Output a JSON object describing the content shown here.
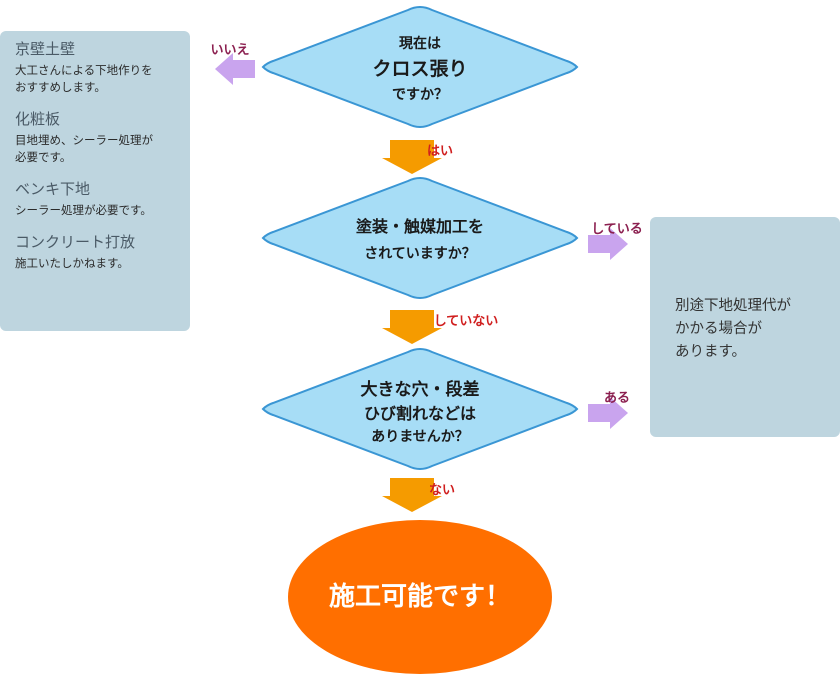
{
  "left_panel": {
    "items": [
      {
        "title": "京壁土壁",
        "desc_lines": [
          "大工さんによる下地作りを",
          "おすすめします。"
        ]
      },
      {
        "title": "化粧板",
        "desc_lines": [
          "目地埋め、シーラー処理が",
          "必要です。"
        ]
      },
      {
        "title": "ベンキ下地",
        "desc_lines": [
          "シーラー処理が必要です。"
        ]
      },
      {
        "title": "コンクリート打放",
        "desc_lines": [
          "施工いたしかねます。"
        ]
      }
    ]
  },
  "right_panel": {
    "lines": [
      "別途下地処理代が",
      "かかる場合が",
      "あります。"
    ]
  },
  "decisions": [
    {
      "lines": [
        "現在は",
        "クロス張り",
        "ですか？"
      ]
    },
    {
      "lines": [
        "塗装・触媒加工を",
        "されていますか？"
      ]
    },
    {
      "lines": [
        "大きな穴・段差",
        "ひび割れなどは",
        "ありませんか？"
      ]
    }
  ],
  "arrows": {
    "no_1": "いいえ",
    "yes_1": "はい",
    "yes_2": "している",
    "no_2": "していない",
    "yes_3": "ある",
    "no_3": "ない"
  },
  "result": {
    "label": "施工可能です！"
  },
  "colors": {
    "diamond_fill": "#a7ddf6",
    "diamond_stroke": "#3a96d4",
    "orange": "#f59b00",
    "purple": "#c9a4ee",
    "result_fill": "#ff6f00",
    "label_red": "#d01e1e",
    "label_plum": "#8b1f4f"
  }
}
